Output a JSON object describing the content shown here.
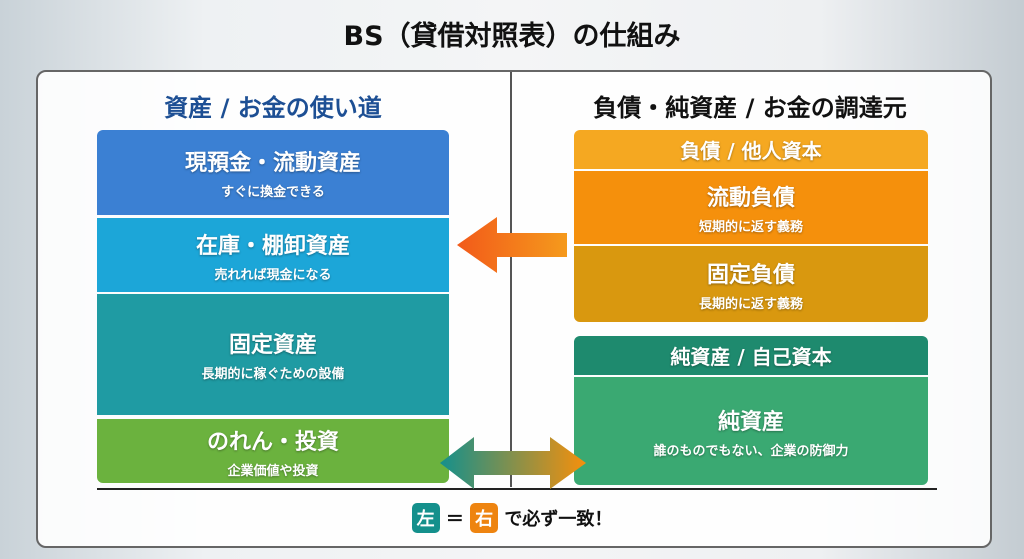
{
  "title": "BS（貸借対照表）の仕組み",
  "left": {
    "heading": "資産 / お金の使い道",
    "blocks": [
      {
        "main": "現預金・流動資産",
        "sub": "すぐに換金できる",
        "color": "#3b80d3"
      },
      {
        "main": "在庫・棚卸資産",
        "sub": "売れれば現金になる",
        "color": "#1ca6d8"
      },
      {
        "main": "固定資産",
        "sub": "長期的に稼ぐための設備",
        "color": "#1f9ba3"
      },
      {
        "main": "のれん・投資",
        "sub": "企業価値や投資",
        "color": "#6bb23e"
      }
    ]
  },
  "right": {
    "heading": "負債・純資産 / お金の調達元",
    "liabilities": {
      "header": "負債 / 他人資本",
      "blocks": [
        {
          "main": "流動負債",
          "sub": "短期的に返す義務",
          "color": "#f5900c"
        },
        {
          "main": "固定負債",
          "sub": "長期的に返す義務",
          "color": "#d9980f"
        }
      ]
    },
    "equity": {
      "header": "純資産 / 自己資本",
      "blocks": [
        {
          "main": "純資産",
          "sub": "誰のものでもない、企業の防御力",
          "color": "#3aa972"
        }
      ]
    }
  },
  "footer": {
    "left_tag": "左",
    "eq": "＝",
    "right_tag": "右",
    "text": "で必ず一致！"
  }
}
